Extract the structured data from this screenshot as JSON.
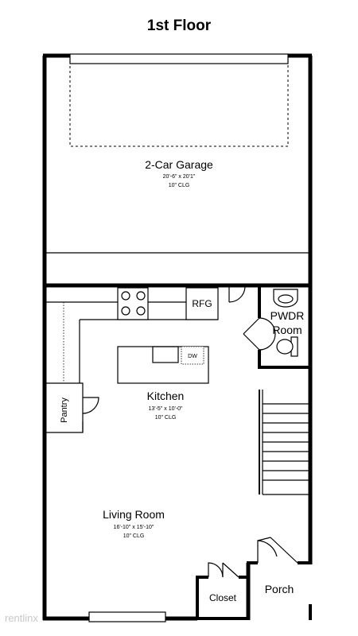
{
  "page_title": "1st Floor",
  "rooms": {
    "garage": {
      "name": "2-Car Garage",
      "size": "20'-6\" x 20'1\"",
      "clg": "10\" CLG"
    },
    "kitchen": {
      "name": "Kitchen",
      "size": "13'-5\" x 10'-0\"",
      "clg": "10\" CLG"
    },
    "living": {
      "name": "Living Room",
      "size": "16'-10\" x 15'-10\"",
      "clg": "10\" CLG"
    },
    "powder": {
      "line1": "PWDR",
      "line2": "Room"
    },
    "pantry": {
      "name": "Pantry"
    },
    "closet": {
      "name": "Closet"
    },
    "porch": {
      "name": "Porch"
    }
  },
  "fixtures": {
    "refrigerator": "RFG",
    "dishwasher": "DW"
  },
  "watermark": "rentlinx"
}
